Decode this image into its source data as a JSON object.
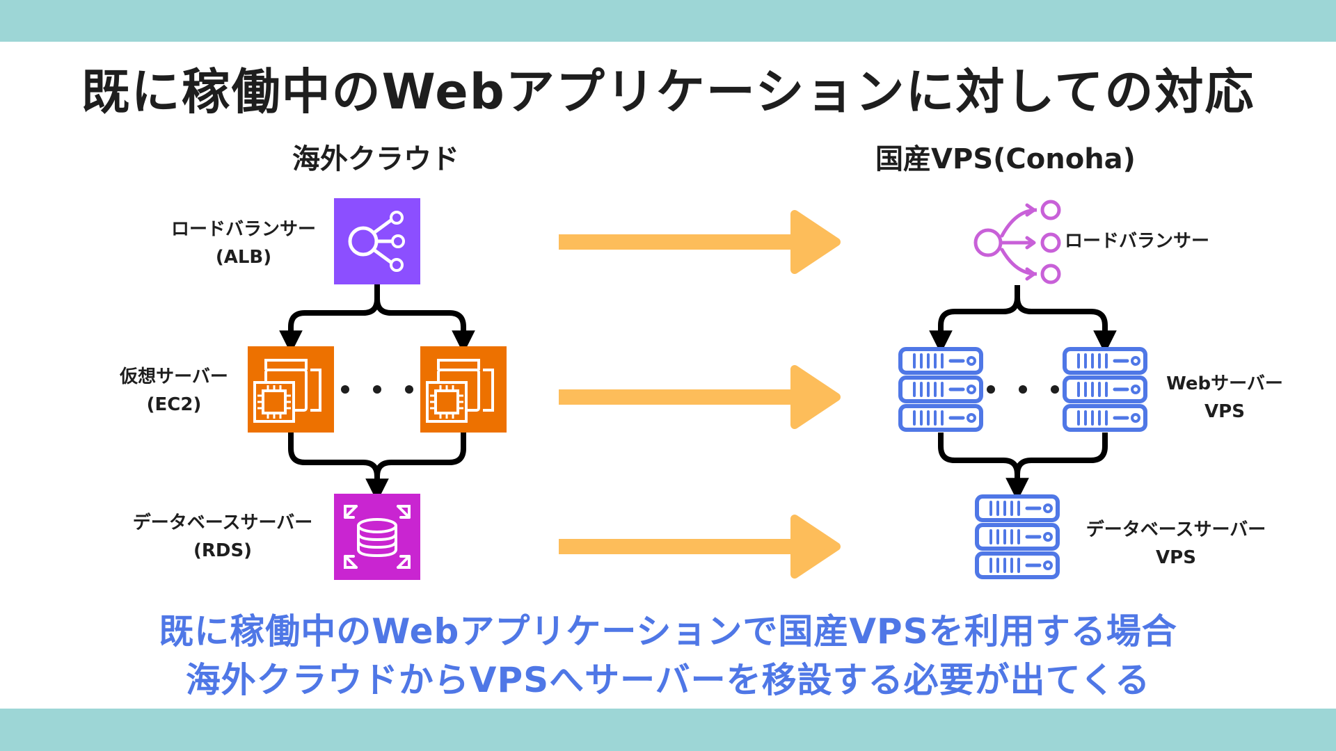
{
  "title": "既に稼働中のWebアプリケーションに対しての対応",
  "left_column": {
    "heading": "海外クラウド",
    "load_balancer": {
      "name": "ロードバランサー",
      "service": "(ALB)"
    },
    "web_server": {
      "name": "仮想サーバー",
      "service": "(EC2)"
    },
    "database": {
      "name": "データベースサーバー",
      "service": "(RDS)"
    }
  },
  "right_column": {
    "heading": "国産VPS(Conoha)",
    "load_balancer": {
      "name": "ロードバランサー"
    },
    "web_server": {
      "name": "Webサーバー",
      "service": "VPS"
    },
    "database": {
      "name": "データベースサーバー",
      "service": "VPS"
    }
  },
  "footer": {
    "line1": "既に稼働中のWebアプリケーションで国産VPSを利用する場合",
    "line2": "海外クラウドからVPSへサーバーを移設する必要が出てくる"
  },
  "colors": {
    "band": "#9dd6d6",
    "text": "#1e1e1e",
    "footer_text": "#4f77e6",
    "arrow": "#fdbd5a",
    "alb": "#8c4fff",
    "ec2": "#ed7100",
    "rds": "#c925d1",
    "vps_lb_icon": "#c860d8",
    "vps_server_icon": "#4f77e6",
    "connector": "#000000"
  },
  "icons": {
    "alb": "elastic-load-balancing-icon",
    "ec2": "ec2-instance-icon",
    "rds": "rds-database-icon",
    "vps_lb": "load-balancer-icon",
    "vps_server": "server-rack-icon"
  }
}
